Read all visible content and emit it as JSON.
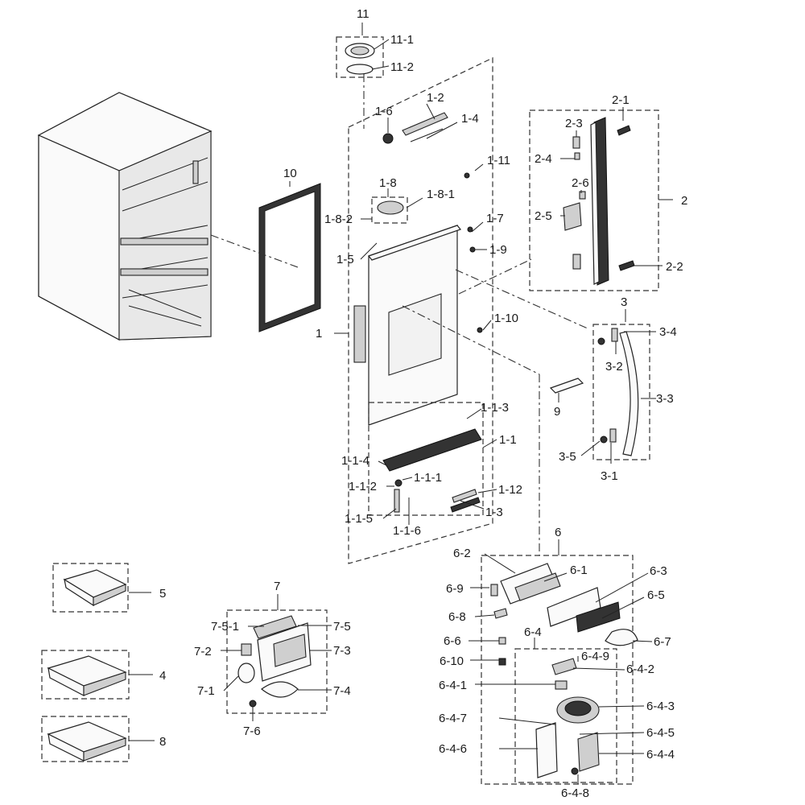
{
  "diagram": {
    "labels": [
      "11",
      "11-1",
      "11-2",
      "1-2",
      "1-6",
      "1-4",
      "1-11",
      "10",
      "1-8",
      "1-8-1",
      "1-8-2",
      "1-7",
      "1-9",
      "1-5",
      "2-1",
      "2-3",
      "2-4",
      "2-6",
      "2-5",
      "2",
      "2-2",
      "3",
      "3-4",
      "3-2",
      "3-3",
      "3-5",
      "3-1",
      "1",
      "1-10",
      "9",
      "1-1-3",
      "1-1",
      "1-1-4",
      "1-1-1",
      "1-1-2",
      "1-12",
      "1-1-5",
      "1-3",
      "1-1-6",
      "6",
      "6-2",
      "6-1",
      "6-3",
      "6-9",
      "6-5",
      "6-8",
      "6-7",
      "6-4",
      "6-6",
      "6-4-9",
      "6-10",
      "6-4-2",
      "6-4-1",
      "6-4-3",
      "6-4-7",
      "6-4-5",
      "6-4-6",
      "6-4-4",
      "6-4-8",
      "5",
      "4",
      "8",
      "7",
      "7-5-1",
      "7-5",
      "7-2",
      "7-3",
      "7-1",
      "7-4",
      "7-6"
    ]
  }
}
